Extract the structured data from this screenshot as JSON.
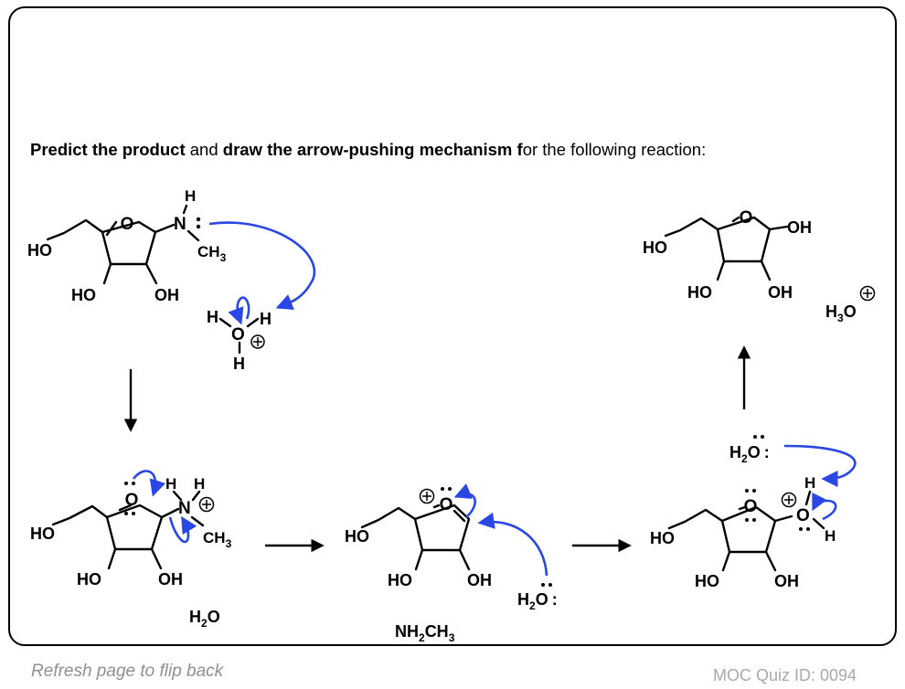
{
  "prompt": {
    "bold1": "Predict the product",
    "mid1": " and ",
    "bold2": "draw the arrow-pushing mechanism f",
    "tail": "or the following reaction:"
  },
  "footer": {
    "refresh": "Refresh page to flip back",
    "quiz_id": "MOC Quiz ID: 0094"
  },
  "molecules": {
    "start": {
      "ho_left": "HO",
      "o_ring": "O",
      "ho_bottom_left": "HO",
      "oh_bottom_right": "OH",
      "n": "N",
      "h_on_n": "H",
      "ch3": "CH",
      "ch3_sub": "3"
    },
    "hydronium": {
      "h_left": "H",
      "o": "O",
      "h_right": "H",
      "h_bottom": "H"
    },
    "protonated": {
      "ho_left": "HO",
      "o_ring": "O",
      "ho_bottom_left": "HO",
      "oh_bottom_right": "OH",
      "h1": "H",
      "h2": "H",
      "n": "N",
      "ch3": "CH",
      "ch3_sub": "3"
    },
    "water_byproduct": {
      "h": "H",
      "sub": "2",
      "o": "O"
    },
    "oxocarbenium": {
      "ho_left": "HO",
      "o_ring": "O",
      "ho_bottom_left": "HO",
      "oh_bottom_right": "OH"
    },
    "methylamine": {
      "nh": "NH",
      "sub2": "2",
      "ch": "CH",
      "sub3": "3"
    },
    "water_nuc": {
      "h": "H",
      "sub": "2",
      "o": "O",
      "colon": ":"
    },
    "oxonium": {
      "ho_left": "HO",
      "o_ring": "O",
      "ho_bottom_left": "HO",
      "oh_bottom_right": "OH",
      "o_plus": "O",
      "h_top": "H",
      "h_right": "H"
    },
    "water_base": {
      "h": "H",
      "sub": "2",
      "o": "O",
      "colon": ":"
    },
    "product": {
      "ho_left": "HO",
      "o_ring": "O",
      "oh_right": "OH",
      "ho_bottom_left": "HO",
      "oh_bottom_right": "OH"
    },
    "hydronium_product": {
      "h": "H",
      "sub": "3",
      "o": "O"
    }
  },
  "colors": {
    "arrow_blue": "#2a47e6",
    "footer_grey": "#8f8f8f"
  }
}
